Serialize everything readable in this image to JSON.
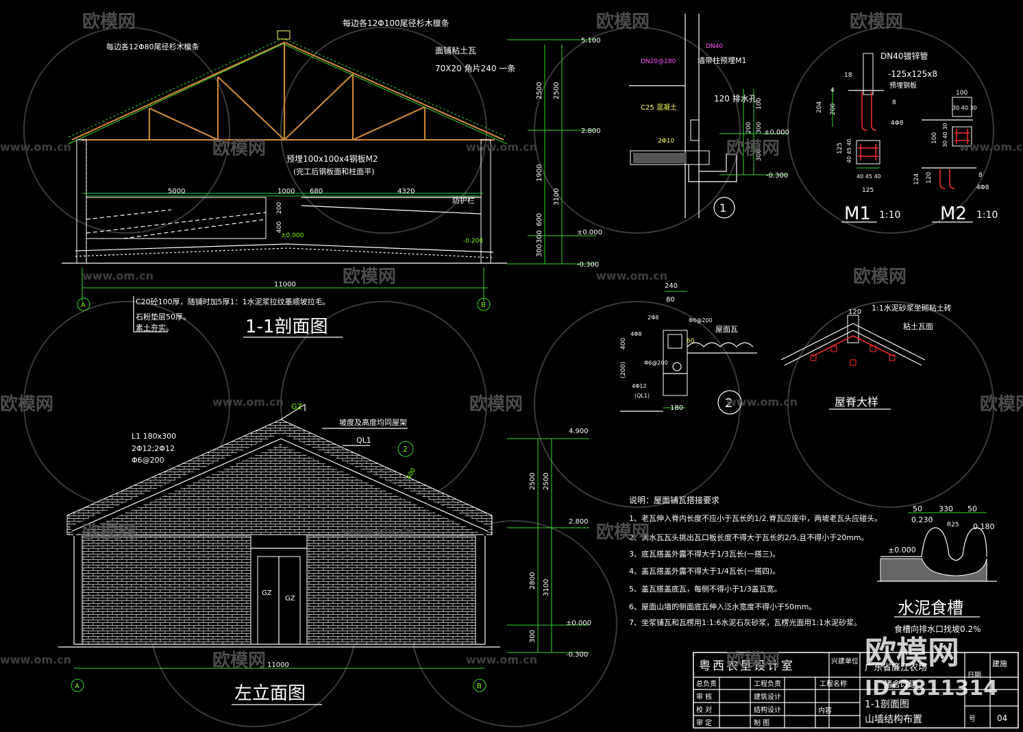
{
  "section_view": {
    "title": "1-1剖面图",
    "notes": [
      "每边各12Φ100尾径杉木檩条",
      "每边各12Φ80尾径杉木檩条",
      "面铺粘土瓦",
      "70X20 角片240  一条",
      "预埋100x100x4钢板M2",
      "(完工后钢板面和柱面平)",
      "防护栏",
      "C20砼100厚，随铺时加5厚1：1水泥浆拉纹墨顺坡拉毛。",
      "石粉垫层50厚。",
      "素土夯实。"
    ],
    "dims": [
      "5000",
      "1000",
      "680",
      "4320",
      "11000",
      "2500",
      "1900",
      "3100",
      "600",
      "300",
      "300",
      "400",
      "200"
    ],
    "levels": [
      "5.100",
      "2.800",
      "±0.000",
      "-0.300",
      "±0.000",
      "-0.200"
    ],
    "axis": [
      "A",
      "B"
    ]
  },
  "elevation_view": {
    "title": "左立面图",
    "notes": [
      "GZ",
      "坡度及高度均同屋架",
      "QL1",
      "L1 180x300",
      "2Φ12;2Φ12",
      "Φ6@200",
      "GZ",
      "GZ",
      "400"
    ],
    "dims": [
      "2500",
      "2500",
      "2800",
      "3100",
      "300",
      "11000"
    ],
    "levels": [
      "4.900",
      "2.800",
      "±0.000",
      "-0.300"
    ],
    "axis": [
      "A",
      "B"
    ],
    "callout": "2"
  },
  "detail_1": {
    "label": "1",
    "notes": [
      "DN40",
      "DN20@180",
      "墙带柱预埋M1",
      "C25 混凝土",
      "120 排水孔",
      "2Φ10",
      "±0.000",
      "-0.300"
    ],
    "dims": [
      "100",
      "300",
      "300",
      "200"
    ]
  },
  "detail_m": {
    "notes": [
      "DN40镀锌管",
      "-125x125x8",
      "预埋钢板",
      "8",
      "4Φ8",
      "4Φ8",
      "8"
    ],
    "dims": [
      "18",
      "4",
      "204",
      "200",
      "125",
      "40 45 40",
      "40 45 40",
      "125",
      "100",
      "30 40 30",
      "100",
      "30 40 30",
      "124",
      "120"
    ],
    "m1": "M1",
    "m1_scale": "1:10",
    "m2": "M2",
    "m2_scale": "1:10"
  },
  "detail_2": {
    "label": "2",
    "notes": [
      "2Φ8",
      "Φ6@200",
      "屋面瓦",
      "60",
      "4Φ8",
      "Φ6@200",
      "4Φ12",
      "(QL1)"
    ],
    "dims": [
      "240",
      "80",
      "400",
      "(200)",
      "180"
    ]
  },
  "ridge": {
    "title": "屋脊大样",
    "notes": [
      "120",
      "1:1水泥砂浆坐砌粘土砖",
      "粘土瓦面"
    ]
  },
  "explain": {
    "title": "说明：屋面铺瓦搭接要求",
    "items": [
      "1、老瓦伸入脊内长度不应小于瓦长的1/2.脊瓦应座中，两坡老瓦头应碰头。",
      "2、满水瓦瓦头挑出瓦口板长度不得大于瓦长的2/5,且不得小于20mm。",
      "3、底瓦搭盖外露不得大于1/3瓦长(一搭三)。",
      "4、盖瓦搭盖外露不得大于1/4瓦长(一搭四)。",
      "5、盖瓦搭盖底瓦，每侧不得小于1/3盖瓦宽。",
      "6、屋面山墙的侧面底瓦伸入泛水宽度不得小于50mm。",
      "7、坐浆铺瓦和瓦楞用1:1:6水泥石灰砂浆，瓦楞光面用1:1水泥砂浆。"
    ]
  },
  "trough": {
    "title": "水泥食槽",
    "sub": "食槽向排水口找坡0.2%",
    "dims": [
      "50",
      "330",
      "50",
      "R25",
      "0.230",
      "0.180",
      "±0.000"
    ]
  },
  "title_block": {
    "org": "粤西农垦设计室",
    "builder_label": "兴建单位",
    "builder": "广东省廉江农场",
    "rows": [
      "总负责",
      "审  核",
      "审  定",
      "校  对"
    ],
    "roles": [
      "工程负责",
      "建筑设计",
      "结构设计",
      "制    图"
    ],
    "project_label": "工程名称",
    "project": "猪舍改建",
    "content_label": "内容",
    "content1": "1-1剖面图",
    "content2": "山墙结构布置",
    "date_label": "日期",
    "no_label": "号",
    "type": "建施",
    "sheet": "04"
  },
  "watermark": {
    "brand": "欧模网",
    "domain": "www.om.cn",
    "big": "欧模网",
    "id": "ID:2811314"
  }
}
